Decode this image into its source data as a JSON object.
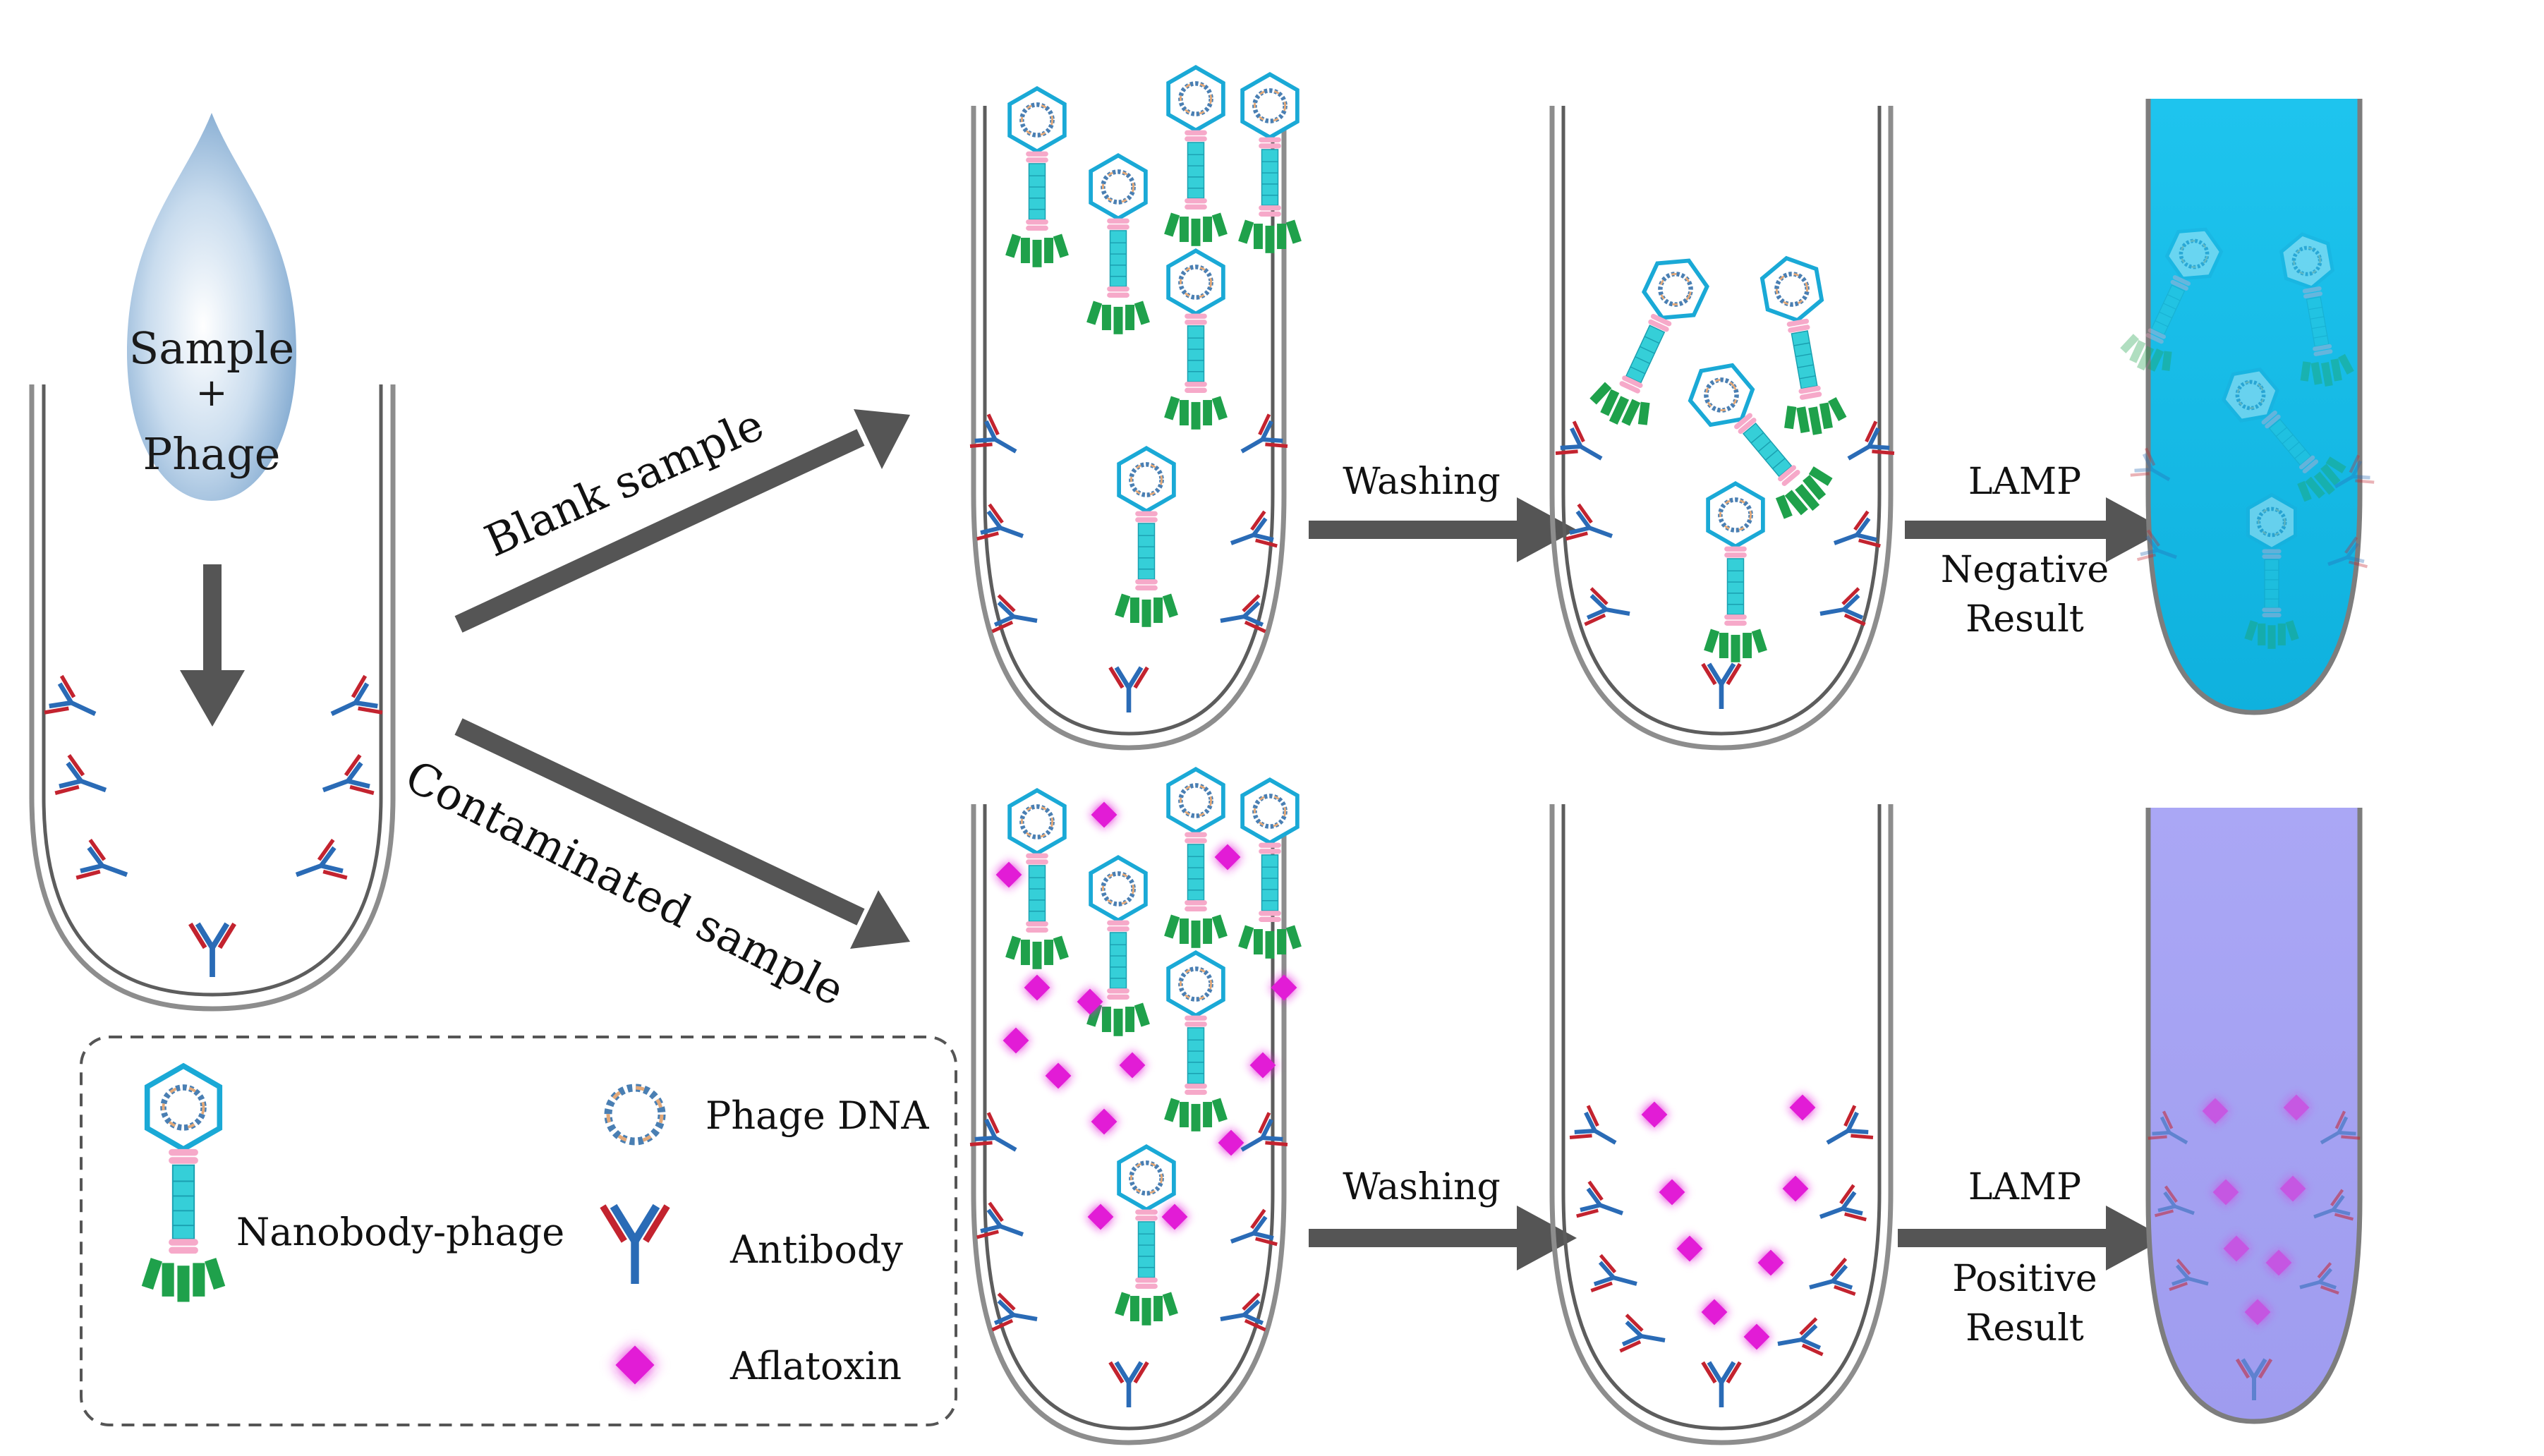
{
  "drop": {
    "line1": "Sample",
    "line2": "+",
    "line3": "Phage"
  },
  "paths": {
    "blank": "Blank sample",
    "contaminated": "Contaminated sample"
  },
  "steps": {
    "washing_top": "Washing",
    "washing_bottom": "Washing",
    "lamp_top": "LAMP",
    "lamp_bottom": "LAMP",
    "negative_1": "Negative",
    "negative_2": "Result",
    "positive_1": "Positive",
    "positive_2": "Result"
  },
  "legend": {
    "phage_dna": "Phage DNA",
    "nanobody_phage": "Nanobody-phage",
    "antibody": "Antibody",
    "aflatoxin": "Aflatoxin"
  },
  "colors": {
    "negative_fill": "#14bde8",
    "positive_fill": "#a8a5f3",
    "aflatoxin": "#e21ad6",
    "phage_capsid": "#1aa9d6",
    "phage_tail": "#35cfd8",
    "nanobody": "#1fa14b",
    "antibody_blue": "#2a6bb6",
    "antibody_red": "#c3232f",
    "arrow": "#555555"
  }
}
